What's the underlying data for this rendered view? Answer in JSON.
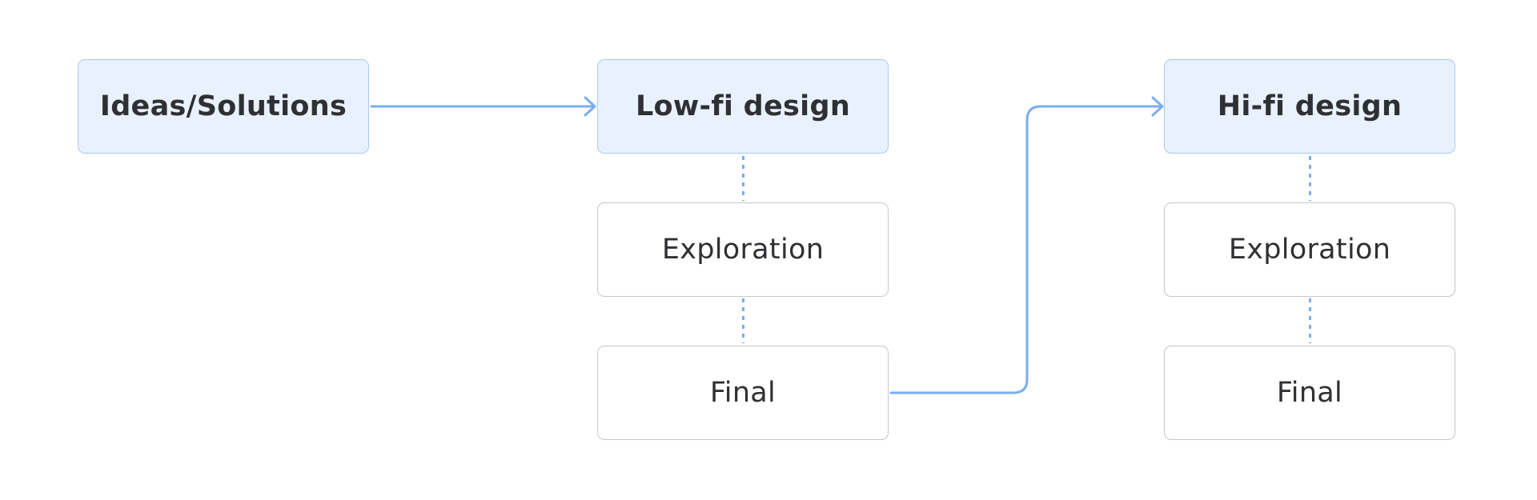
{
  "diagram": {
    "nodes": {
      "ideas": "Ideas/Solutions",
      "low_fi": "Low-fi design",
      "low_fi_exploration": "Exploration",
      "low_fi_final": "Final",
      "hi_fi": "Hi-fi design",
      "hi_fi_exploration": "Exploration",
      "hi_fi_final": "Final"
    },
    "colors": {
      "primary_fill": "#e8f1fd",
      "primary_border": "#a9c9f3",
      "secondary_border": "#c7c7c7",
      "connector": "#7aaef0",
      "text": "#2f3033"
    }
  }
}
